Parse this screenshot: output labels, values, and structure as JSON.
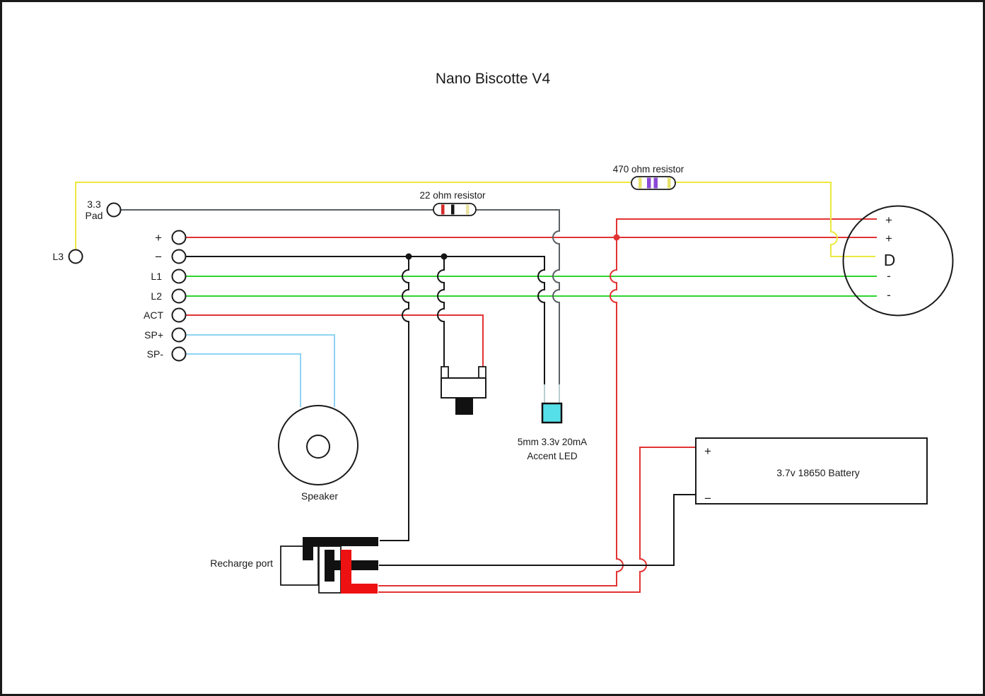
{
  "title": "Nano Biscotte V4",
  "pads": {
    "pad33_line1": "3.3",
    "pad33_line2": "Pad",
    "l3": "L3",
    "plus": "+",
    "minus": "−",
    "l1": "L1",
    "l2": "L2",
    "act": "ACT",
    "sp_plus": "SP+",
    "sp_minus": "SP-"
  },
  "resistors": {
    "r22_label": "22 ohm resistor",
    "r470_label": "470 ohm resistor",
    "r22_bands": [
      "red",
      "black",
      "gold"
    ],
    "r470_bands": [
      "yellow",
      "violet",
      "violet",
      "yellow"
    ]
  },
  "led_module": {
    "pin_plus1": "+",
    "pin_plus2": "+",
    "pin_data": "D",
    "pin_neg1": "-",
    "pin_neg2": "-"
  },
  "accent_led": {
    "line1": "5mm 3.3v 20mA",
    "line2": "Accent LED"
  },
  "speaker": {
    "label": "Speaker"
  },
  "recharge_port": {
    "label": "Recharge port"
  },
  "battery": {
    "label": "3.7v 18650 Battery",
    "plus": "+",
    "minus": "−"
  },
  "colors": {
    "wire_red": "#e23333",
    "wire_green": "#2fd42f",
    "wire_yellow": "#ece93f",
    "wire_blue": "#8fd3f2",
    "wire_gray": "#5a6063",
    "wire_black": "#151515",
    "led_lead_gray": "#b9cdd1",
    "accent_led_fill": "#55dfe8",
    "port_red": "#ee1111",
    "band_red": "#d42a2a",
    "band_black": "#151515",
    "band_gold": "#e9e2a0",
    "band_yellow": "#e6e26b",
    "band_violet": "#8b47d6"
  }
}
